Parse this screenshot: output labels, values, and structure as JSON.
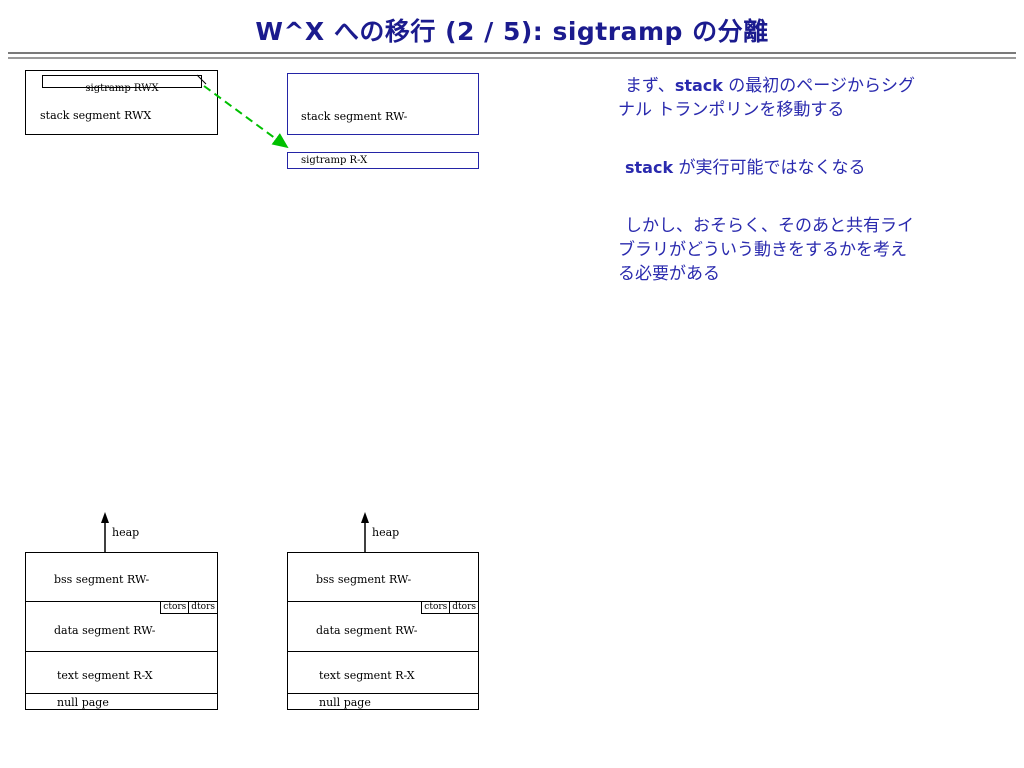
{
  "title": "W^X への移行 (2 / 5): sigtramp の分離",
  "colors": {
    "title_blue": "#1b1b8e",
    "text_blue": "#2a2aae",
    "box_blue_border": "#2424a6",
    "arrow_green": "#00c000"
  },
  "diagram_top_left": {
    "sigtramp_label": "sigtramp RWX",
    "stack_label": "stack segment RWX"
  },
  "diagram_top_mid": {
    "stack_label": "stack segment RW-",
    "sigtramp_label": "sigtramp R-X"
  },
  "notes": {
    "p1": {
      "pre": "まず、",
      "kw": "stack",
      "post": " の最初のページからシグ",
      "line2": "ナル トランポリンを移動する"
    },
    "p2": {
      "kw": "stack",
      "post": " が実行可能ではなくなる"
    },
    "p3": {
      "line1": "しかし、おそらく、そのあと共有ライ",
      "line2": "ブラリがどういう動きをするかを考え",
      "line3": "る必要がある"
    }
  },
  "mem_diagram": {
    "heap": "heap",
    "bss": "bss segment RW-",
    "ctors": "ctors",
    "dtors": "dtors",
    "data": "data segment RW-",
    "text": "text segment  R-X",
    "null": "null page"
  }
}
